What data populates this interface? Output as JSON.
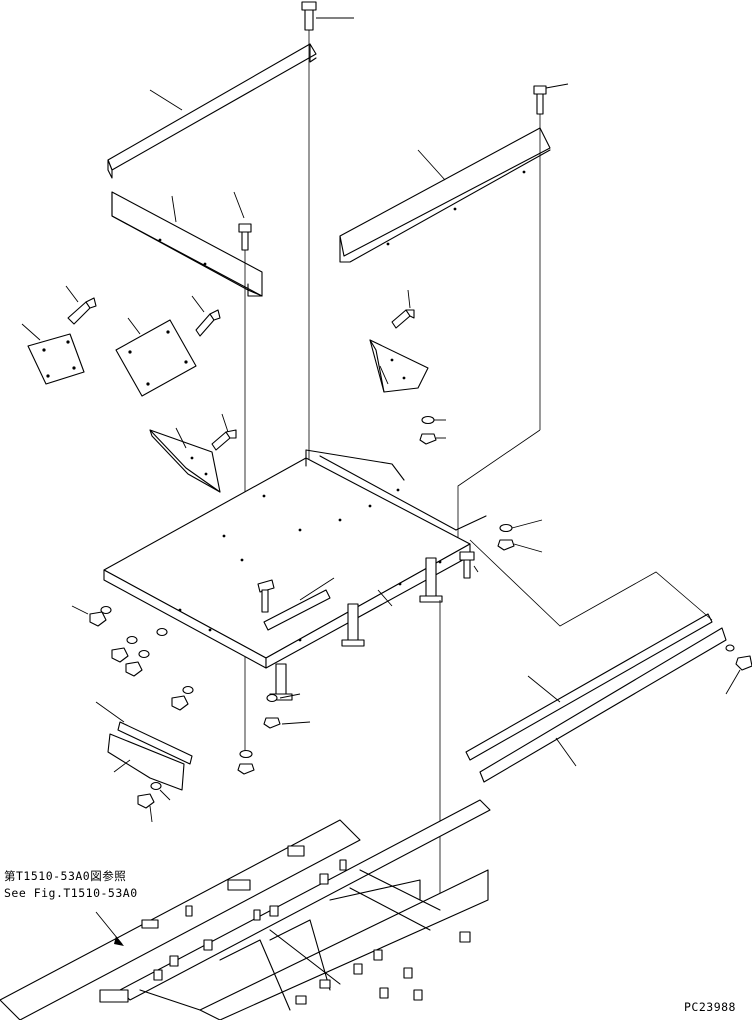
{
  "reference": {
    "line_jp": "第T1510-53A0図参照",
    "line_en": "See Fig.T1510-53A0"
  },
  "drawing_code": "PC23988"
}
